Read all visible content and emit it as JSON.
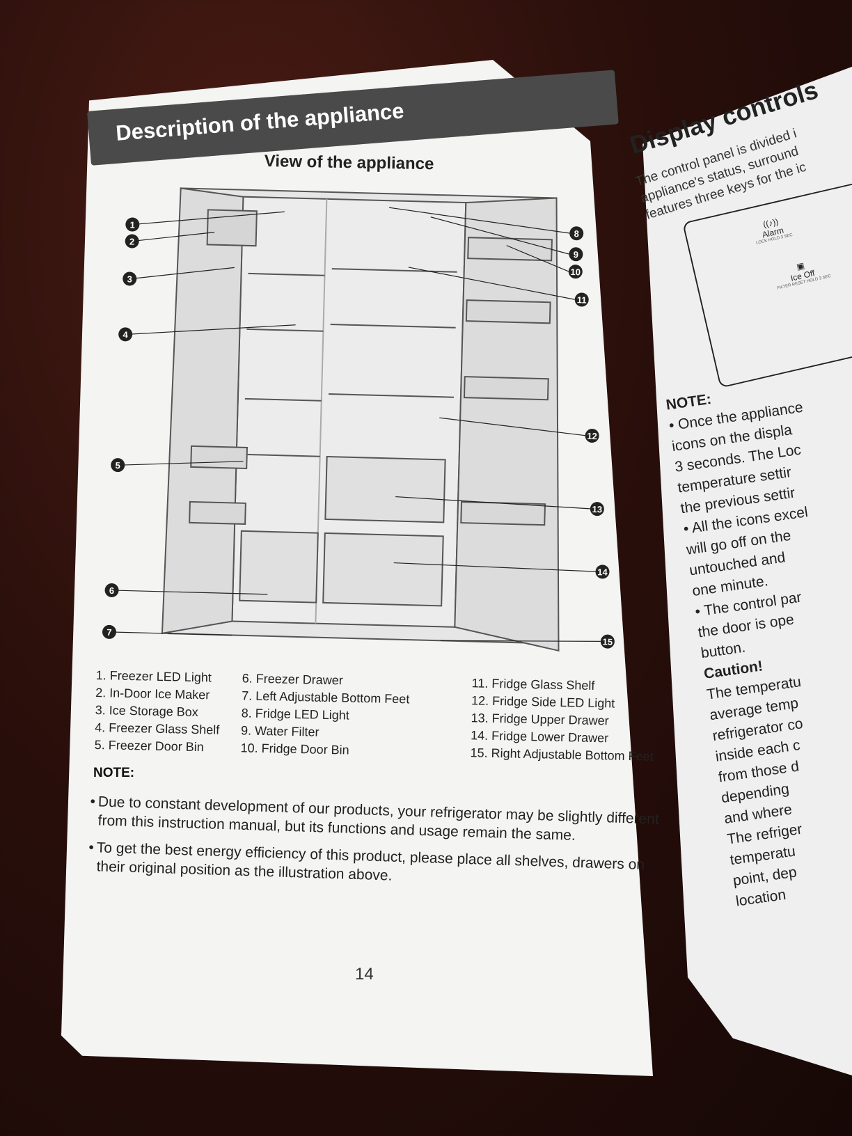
{
  "page": {
    "title": "Description of the appliance",
    "subtitle": "View of the appliance",
    "callouts": [
      "1",
      "2",
      "3",
      "4",
      "5",
      "6",
      "7",
      "8",
      "9",
      "10",
      "11",
      "12",
      "13",
      "14",
      "15"
    ],
    "parts": [
      "1. Freezer LED Light",
      "2. In-Door Ice Maker",
      "3. Ice Storage Box",
      "4. Freezer Glass Shelf",
      "5. Freezer Door Bin",
      "6. Freezer Drawer",
      "7. Left Adjustable Bottom Feet",
      "8. Fridge LED Light",
      "9. Water Filter",
      "10. Fridge Door Bin",
      "11. Fridge Glass Shelf",
      "12. Fridge Side LED Light",
      "13. Fridge Upper Drawer",
      "14. Fridge Lower Drawer",
      "15. Right Adjustable Bottom Feet"
    ],
    "note_label": "NOTE:",
    "notes": [
      "Due to constant development of our products, your refrigerator may be slightly different from this instruction manual, but its functions and usage remain the same.",
      "To get the best energy efficiency of this product, please place all shelves, drawers on their original position as the illustration above."
    ],
    "page_number": "14"
  },
  "right_page": {
    "title": "Display controls",
    "intro_lines": [
      "The control panel is divided i",
      "appliance's status, surround",
      "features three keys for the ic"
    ],
    "keys": [
      {
        "icon": "bell-icon",
        "label": "Alarm",
        "sub": "LOCK HOLD 3 SEC"
      },
      {
        "icon": "ice-icon",
        "label": "Ice Off",
        "sub": "FILTER RESET HOLD 3 SEC"
      }
    ],
    "note_label": "NOTE:",
    "note_lines": [
      "• Once the appliance",
      "icons on the displa",
      "3 seconds. The Loc",
      "temperature settir",
      "the previous settir",
      "• All the icons excel",
      "will go off on the",
      "untouched and",
      "one minute.",
      "• The control par",
      "the door is ope",
      "button."
    ],
    "caution_label": "Caution!",
    "caution_lines": [
      "The temperatu",
      "average temp",
      "refrigerator co",
      "inside each c",
      "from those d",
      "depending",
      "and where",
      "The refriger",
      "temperatu",
      "point, dep",
      "location"
    ]
  },
  "colors": {
    "banner": "#4a4a4a",
    "paper": "#f4f4f2",
    "ink": "#222222"
  }
}
